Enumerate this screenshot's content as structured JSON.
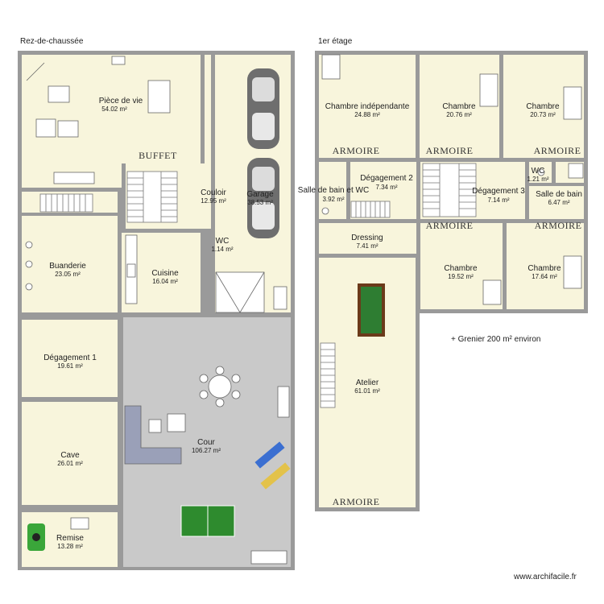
{
  "floors": {
    "ground": "Rez-de-chaussée",
    "first": "1er étage"
  },
  "rooms": {
    "piece_de_vie": {
      "name": "Pièce de vie",
      "area": "54.02 m²"
    },
    "couloir": {
      "name": "Couloir",
      "area": "12.95 m²"
    },
    "garage": {
      "name": "Garage",
      "area": "38.53 m²"
    },
    "wc_ground": {
      "name": "WC",
      "area": "1.14 m²"
    },
    "cuisine": {
      "name": "Cuisine",
      "area": "16.04 m²"
    },
    "buanderie": {
      "name": "Buanderie",
      "area": "23.05 m²"
    },
    "degagement1": {
      "name": "Dégagement 1",
      "area": "19.61 m²"
    },
    "cave": {
      "name": "Cave",
      "area": "26.01 m²"
    },
    "remise": {
      "name": "Remise",
      "area": "13.28 m²"
    },
    "cour": {
      "name": "Cour",
      "area": "106.27 m²"
    },
    "chambre_independante": {
      "name": "Chambre indépendante",
      "area": "24.88 m²"
    },
    "chambre1": {
      "name": "Chambre",
      "area": "20.76 m²"
    },
    "chambre2": {
      "name": "Chambre",
      "area": "20.73 m²"
    },
    "sdb_wc": {
      "name": "Salle de bain et WC",
      "area": "3.92 m²"
    },
    "degagement2": {
      "name": "Dégagement 2",
      "area": "7.34 m²"
    },
    "degagement3": {
      "name": "Dégagement 3",
      "area": "7.14 m²"
    },
    "wc_first": {
      "name": "WC",
      "area": "1.21 m²"
    },
    "sdb": {
      "name": "Salle de bain",
      "area": "6.47 m²"
    },
    "dressing": {
      "name": "Dressing",
      "area": "7.41 m²"
    },
    "chambre3": {
      "name": "Chambre",
      "area": "19.52 m²"
    },
    "chambre4": {
      "name": "Chambre",
      "area": "17.64 m²"
    },
    "atelier": {
      "name": "Atelier",
      "area": "61.01 m²"
    }
  },
  "labels": {
    "buffet": "BUFFET",
    "armoire": "ARMOIRE",
    "grenier": "+ Grenier 200 m² environ",
    "watermark": "www.archifacile.fr"
  },
  "colors": {
    "room": "#f8f5dc",
    "wall": "#9a9a9a",
    "court": "#c9c9c9",
    "billiard": "#2e7d32",
    "pingpong": "#2e8b2e",
    "car": "#6e6e6e",
    "mower": "#3aa63a"
  }
}
